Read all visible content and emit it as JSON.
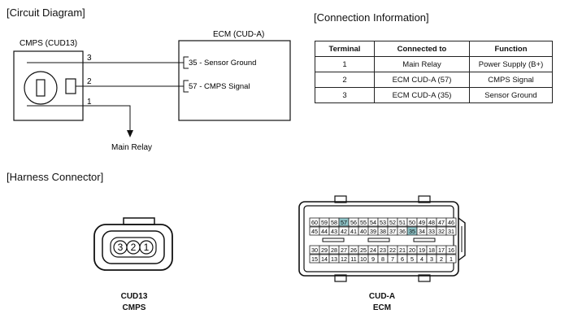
{
  "circuit": {
    "title": "[Circuit Diagram]",
    "cmps_label": "CMPS (CUD13)",
    "ecm_label": "ECM (CUD-A)",
    "wires": [
      {
        "cmps_pin": "3",
        "ecm_pin": "35",
        "ecm_text": "Sensor Ground"
      },
      {
        "cmps_pin": "2",
        "ecm_pin": "57",
        "ecm_text": "CMPS Signal"
      },
      {
        "cmps_pin": "1",
        "dest": "Main Relay"
      }
    ]
  },
  "connection": {
    "title": "[Connection Information]",
    "headers": [
      "Terminal",
      "Connected to",
      "Function"
    ],
    "rows": [
      [
        "1",
        "Main Relay",
        "Power Supply (B+)"
      ],
      [
        "2",
        "ECM CUD-A (57)",
        "CMPS Signal"
      ],
      [
        "3",
        "ECM CUD-A (35)",
        "Sensor Ground"
      ]
    ]
  },
  "harness": {
    "title": "[Harness Connector]",
    "cud13": {
      "pins": [
        "3",
        "2",
        "1"
      ],
      "caption_line1": "CUD13",
      "caption_line2": "CMPS"
    },
    "cuda": {
      "rows": [
        [
          "60",
          "59",
          "58",
          "57",
          "56",
          "55",
          "54",
          "53",
          "52",
          "51",
          "50",
          "49",
          "48",
          "47",
          "46"
        ],
        [
          "45",
          "44",
          "43",
          "42",
          "41",
          "40",
          "39",
          "38",
          "37",
          "36",
          "35",
          "34",
          "33",
          "32",
          "31"
        ],
        [
          "30",
          "29",
          "28",
          "27",
          "26",
          "25",
          "24",
          "23",
          "22",
          "21",
          "20",
          "19",
          "18",
          "17",
          "16"
        ],
        [
          "15",
          "14",
          "13",
          "12",
          "11",
          "10",
          "9",
          "8",
          "7",
          "6",
          "5",
          "4",
          "3",
          "2",
          "1"
        ]
      ],
      "highlight": [
        "57",
        "35"
      ],
      "highlight_color": "#8fc4c8",
      "caption_line1": "CUD-A",
      "caption_line2": "ECM"
    }
  }
}
